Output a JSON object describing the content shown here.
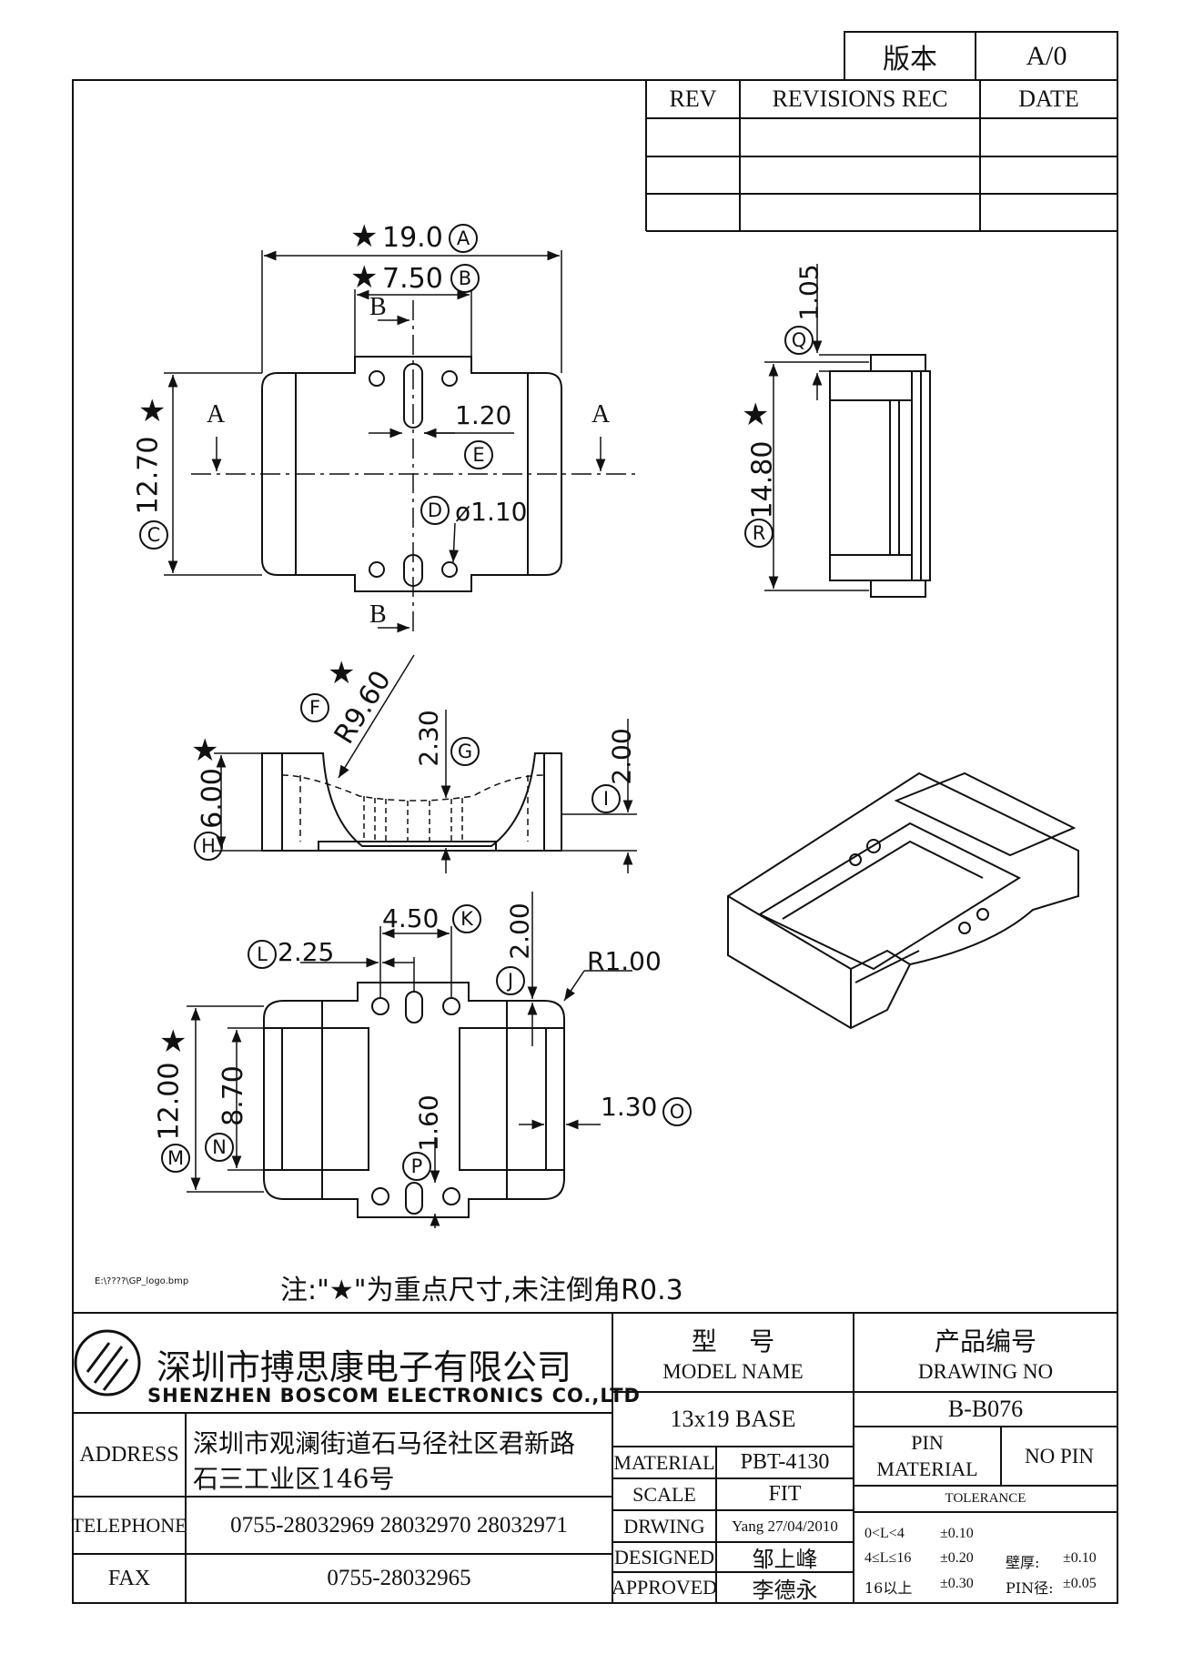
{
  "version_box": {
    "label": "版本",
    "value": "A/0"
  },
  "revision_table": {
    "headers": [
      "REV",
      "REVISIONS REC",
      "DATE"
    ],
    "rows": [
      [
        "",
        "",
        ""
      ],
      [
        "",
        "",
        ""
      ],
      [
        "",
        "",
        ""
      ]
    ]
  },
  "dimensions": {
    "A": "19.0",
    "A_letter": "A",
    "B": "7.50",
    "B_letter": "B",
    "C": "12.70",
    "C_letter": "C",
    "D": "ø1.10",
    "D_letter": "D",
    "E": "1.20",
    "E_letter": "E",
    "F": "R9.60",
    "F_letter": "F",
    "G": "2.30",
    "G_letter": "G",
    "H": "6.00",
    "H_letter": "H",
    "I": "2.00",
    "I_letter": "I",
    "J": "2.00",
    "J_letter": "J",
    "K": "4.50",
    "K_letter": "K",
    "L": "2.25",
    "L_letter": "L",
    "M": "12.00",
    "M_letter": "M",
    "N": "8.70",
    "N_letter": "N",
    "O": "1.30",
    "O_letter": "O",
    "P": "1.60",
    "P_letter": "P",
    "Q": "1.05",
    "Q_letter": "Q",
    "R": "14.80",
    "R_letter": "R",
    "R1": "R1.00"
  },
  "section_marks": {
    "a": "A",
    "b": "B"
  },
  "star": "★",
  "logo_path_text": "E:\\????\\GP_logo.bmp",
  "note": "注:\"★\"为重点尺寸,未注倒角R0.3",
  "company": {
    "name_cn": "深圳市搏思康电子有限公司",
    "name_en": "SHENZHEN BOSCOM ELECTRONICS CO.,LTD",
    "address_label": "ADDRESS",
    "address_line1": "深圳市观澜街道石马径社区君新路",
    "address_line2": "石三工业区146号",
    "telephone_label": "TELEPHONE",
    "telephone": "0755-28032969 28032970 28032971",
    "fax_label": "FAX",
    "fax": "0755-28032965"
  },
  "title_block": {
    "model_cn": "型    号",
    "model_en": "MODEL NAME",
    "model_value": "13x19 BASE",
    "drawing_cn": "产品编号",
    "drawing_en": "DRAWING NO",
    "drawing_value": "B-B076",
    "material_label": "MATERIAL",
    "material_value": "PBT-4130",
    "scale_label": "SCALE",
    "scale_value": "FIT",
    "drwing_label": "DRWING",
    "drwing_value": "Yang 27/04/2010",
    "designed_label": "DESIGNED",
    "designed_value": "邹上峰",
    "approved_label": "APPROVED",
    "approved_value": "李德永",
    "pin_material_label1": "PIN",
    "pin_material_label2": "MATERIAL",
    "pin_material_value": "NO PIN",
    "tolerance_label": "TOLERANCE",
    "tol_row1_range": "0<L<4",
    "tol_row1_value": "±0.10",
    "tol_row2_range": "4≤L≤16",
    "tol_row2_value": "±0.20",
    "tol_row3_range": "16以上",
    "tol_row3_value": "±0.30",
    "wall_label": "壁厚:",
    "wall_value": "±0.10",
    "pin_dia_label": "PIN径:",
    "pin_dia_value": "±0.05"
  }
}
